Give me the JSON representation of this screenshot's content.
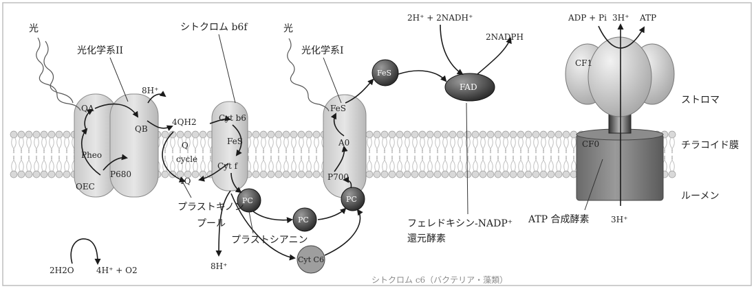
{
  "colors": {
    "background": "#ffffff",
    "membrane_head": "#d9d9d9",
    "protein_light": "#d6d6d6",
    "protein_dark": "#5a5a5a",
    "arrow": "#1a1a1a"
  },
  "labels": {
    "light_1": "光",
    "light_2": "光",
    "ps2": "光化学系II",
    "cytb6f": "シトクロム b6f",
    "ps1": "光化学系I",
    "stroma": "ストロマ",
    "thylakoid": "チラコイド膜",
    "lumen": "ルーメン",
    "pq_pool_1": "プラストキノン",
    "pq_pool_2": "プール",
    "pc_name": "プラストシアニン",
    "fnr_1": "フェレドキシン-NADP⁺",
    "fnr_2": "還元酵素",
    "atp_synthase": "ATP 合成酵素",
    "cyt_c6_note": "シトクロム c6（バクテリア・藻類）"
  },
  "molecules": {
    "qa": "QA",
    "qb": "QB",
    "pheo": "Pheo",
    "p680": "P680",
    "oec": "OEC",
    "h8_top": "8H⁺",
    "qh2": "4QH2",
    "q": "Q",
    "cycle": "cycle",
    "q4": "4Q",
    "cyt_b6": "Cyt b6",
    "fes_cyt": "FeS",
    "cyt_f": "Cyt f",
    "pc1": "PC",
    "pc2": "PC",
    "pc3": "PC",
    "h8_bottom": "8H⁺",
    "cyt_c6": "Cyt C6",
    "fes_ps1": "FeS",
    "a0": "A0",
    "p700": "P700",
    "fes_fd": "FeS",
    "fad": "FAD",
    "nadp_in": "2H⁺ + 2NADH⁺",
    "nadph_out": "2NADPH",
    "water": "2H2O",
    "o2": "4H⁺ + O2",
    "adp": "ADP + Pi",
    "h3_top": "3H⁺",
    "atp": "ATP",
    "cf1": "CF1",
    "cf0": "CF0",
    "h3_bottom": "3H⁺"
  }
}
